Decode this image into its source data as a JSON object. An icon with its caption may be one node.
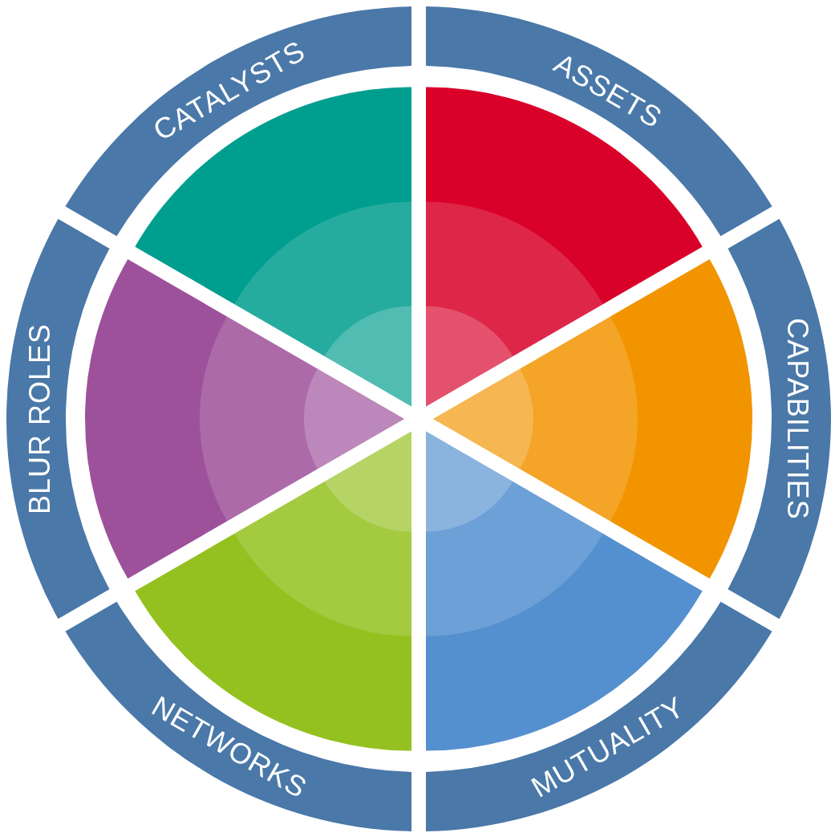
{
  "diagram": {
    "nodes": [
      {
        "text": [
          "CATALYSTS"
        ]
      },
      {
        "text": [
          "ASSETS"
        ]
      },
      {
        "text": [
          "BLUR ROLES"
        ]
      },
      {
        "text": [
          "CAPABILITIES"
        ]
      },
      {
        "text": [
          "NETWORKS"
        ]
      },
      {
        "text": [
          "MUTUALITY"
        ]
      },
      {
        "text": [],
        "shape": "sector"
      },
      {
        "text": [],
        "shape": "sector"
      },
      {
        "text": [],
        "shape": "sector"
      },
      {
        "text": [],
        "shape": "sector"
      },
      {
        "text": [],
        "shape": "sector"
      },
      {
        "text": [],
        "shape": "sector"
      }
    ]
  }
}
